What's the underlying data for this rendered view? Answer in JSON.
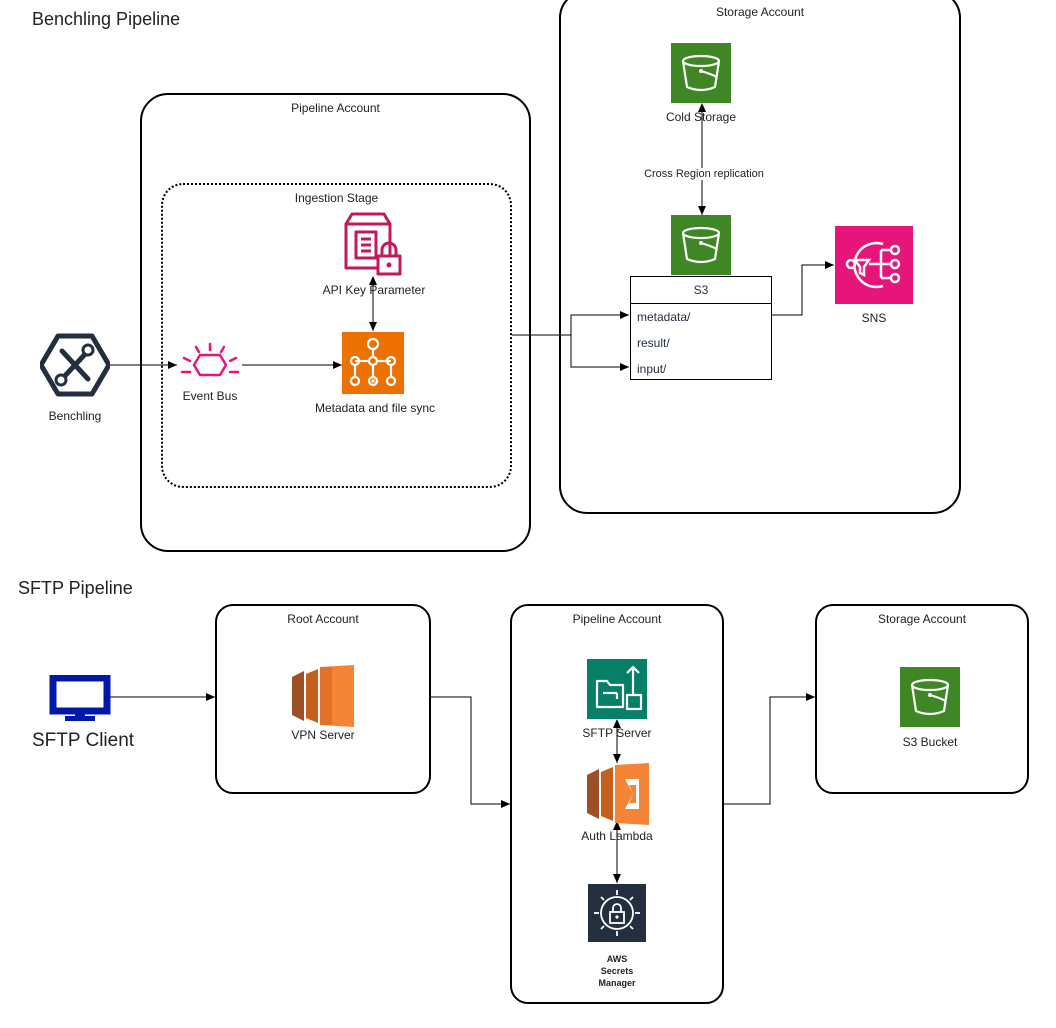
{
  "benchling_pipeline": {
    "title": "Benchling Pipeline",
    "benchling_label": "Benchling",
    "pipeline_account": {
      "label": "Pipeline Account",
      "ingestion_stage": {
        "label": "Ingestion Stage",
        "api_key_label": "API Key Parameter",
        "event_bus_label": "Event Bus",
        "metadata_sync_label": "Metadata and file sync"
      }
    },
    "storage_account": {
      "label": "Storage Account",
      "cold_storage_label": "Cold Storage",
      "replication_label": "Cross Region replication",
      "s3": {
        "header": "S3",
        "rows": [
          "metadata/",
          "result/",
          "input/"
        ]
      },
      "sns_label": "SNS"
    }
  },
  "sftp_pipeline": {
    "title": "SFTP Pipeline",
    "client_label": "SFTP Client",
    "root_account": {
      "label": "Root Account",
      "vpn_label": "VPN Server"
    },
    "pipeline_account": {
      "label": "Pipeline Account",
      "sftp_server_label": "SFTP Server",
      "auth_lambda_label": "Auth Lambda",
      "secrets_manager_label": [
        "AWS",
        "Secrets",
        "Manager"
      ]
    },
    "storage_account": {
      "label": "Storage Account",
      "bucket_label": "S3 Bucket"
    }
  },
  "colors": {
    "storage_green": "#3f8624",
    "compute_orange": "#ed7100",
    "integration_pink": "#e7157b",
    "migration_teal": "#067f68",
    "security_dark": "#232f3e",
    "client_blue": "#0018a8"
  }
}
